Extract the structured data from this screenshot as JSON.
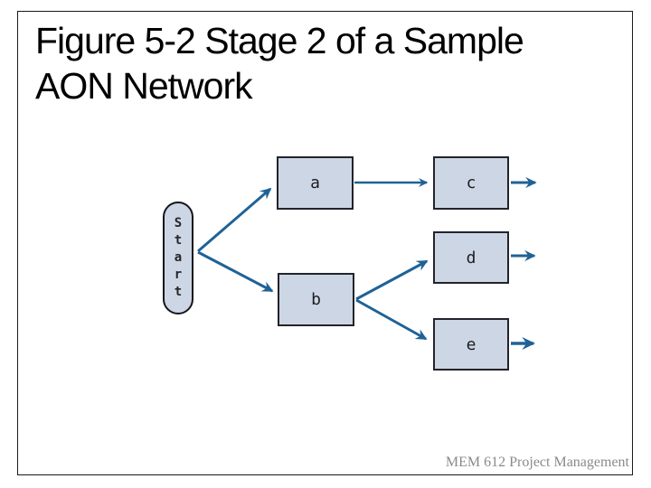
{
  "slide": {
    "title": {
      "line1": "Figure 5-2 Stage 2 of a Sample",
      "line2": "AON Network"
    },
    "footer": "MEM 612 Project Management"
  },
  "diagram": {
    "type": "aon-activity-network",
    "start": {
      "label": "Start",
      "letters": [
        "S",
        "t",
        "a",
        "r",
        "t"
      ]
    },
    "nodes": [
      {
        "id": "a",
        "label": "a"
      },
      {
        "id": "b",
        "label": "b"
      },
      {
        "id": "c",
        "label": "c"
      },
      {
        "id": "d",
        "label": "d"
      },
      {
        "id": "e",
        "label": "e"
      }
    ],
    "edges": [
      {
        "from": "start",
        "to": "a"
      },
      {
        "from": "start",
        "to": "b"
      },
      {
        "from": "a",
        "to": "c"
      },
      {
        "from": "b",
        "to": "d"
      },
      {
        "from": "b",
        "to": "e"
      },
      {
        "from": "c",
        "to": "out"
      },
      {
        "from": "d",
        "to": "out"
      },
      {
        "from": "e",
        "to": "out"
      }
    ],
    "colors": {
      "node_fill": "#cdd6e4",
      "node_border": "#23232b",
      "arrow": "#1f6296"
    }
  }
}
